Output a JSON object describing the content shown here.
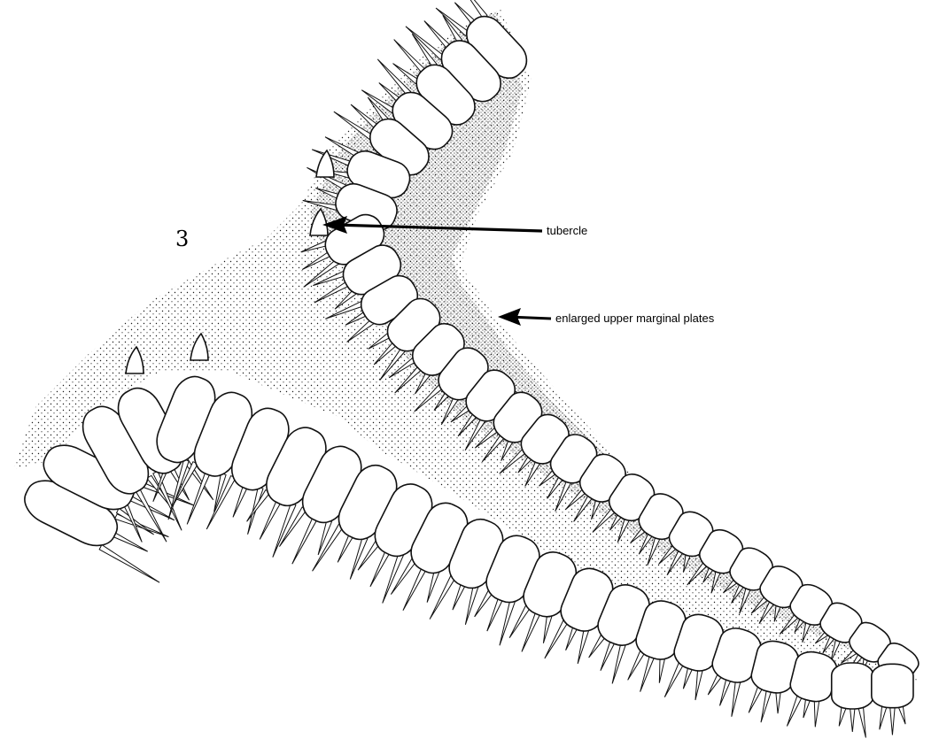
{
  "figure": {
    "number": "3",
    "annotations": [
      {
        "id": "tubercle",
        "text": "tubercle"
      },
      {
        "id": "plates",
        "text": "enlarged upper marginal plates"
      }
    ]
  },
  "colors": {
    "ink": "#111111",
    "paper": "#ffffff",
    "stipple": "#1a1a1a"
  }
}
